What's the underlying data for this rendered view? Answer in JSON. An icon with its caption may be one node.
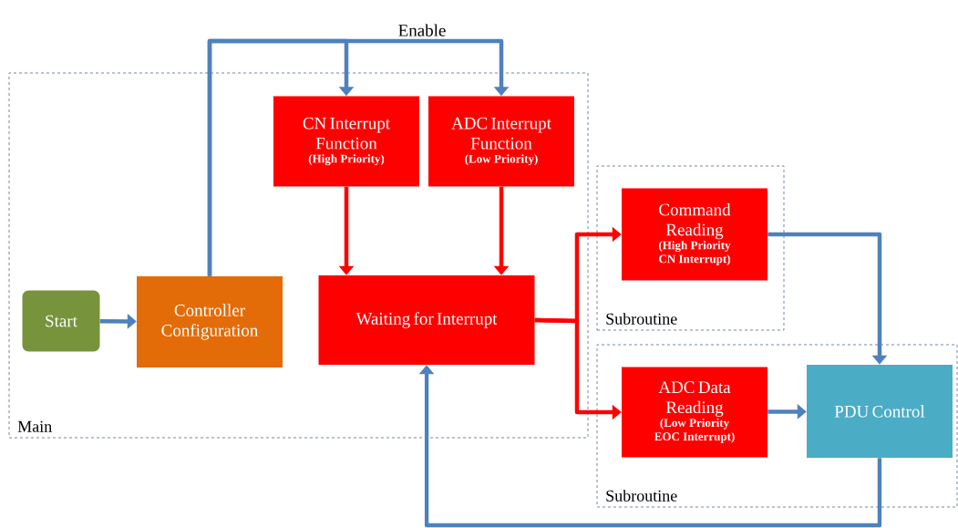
{
  "diagram": {
    "nodes": [
      {
        "text": [
          "Main"
        ]
      },
      {
        "text": [
          "Start"
        ],
        "in": 0
      },
      {
        "text": [
          "Controller Configuration"
        ],
        "in": 0
      },
      {
        "text": [
          "CN Interrupt Function",
          "(High Priority)"
        ],
        "in": 0
      },
      {
        "text": [
          "ADC Interrupt Function",
          "(Low Priority)"
        ],
        "in": 0
      },
      {
        "text": [
          "Waiting for Interrupt"
        ],
        "in": 0
      },
      {
        "text": [
          "Subroutine"
        ]
      },
      {
        "text": [
          "Command Reading",
          "(High Priority CN Interrupt)"
        ],
        "in": 6
      },
      {
        "text": [
          "Subroutine"
        ]
      },
      {
        "text": [
          "ADC Data Reading",
          "(Low Priority EOC Interrupt)"
        ],
        "in": 8
      },
      {
        "text": [
          "PDU Control"
        ],
        "in": 8
      }
    ],
    "edges": [
      {
        "from": 1,
        "to": 2,
        "arrow": "to"
      },
      {
        "from": 2,
        "to": 3,
        "arrow": "to"
      },
      {
        "from": 2,
        "to": 4,
        "arrow": "to",
        "label": "Enable"
      },
      {
        "from": 3,
        "to": 5,
        "arrow": "to",
        "color": "#ff0000"
      },
      {
        "from": 4,
        "to": 5,
        "arrow": "to",
        "color": "#ff0000"
      },
      {
        "from": 5,
        "to": 7,
        "arrow": "to",
        "color": "#ff0000"
      },
      {
        "from": 5,
        "to": 9,
        "arrow": "to",
        "color": "#ff0000"
      },
      {
        "from": 7,
        "to": 10,
        "arrow": "to"
      },
      {
        "from": 9,
        "to": 10,
        "arrow": "to"
      },
      {
        "from": 10,
        "to": 5,
        "arrow": "to"
      }
    ]
  }
}
